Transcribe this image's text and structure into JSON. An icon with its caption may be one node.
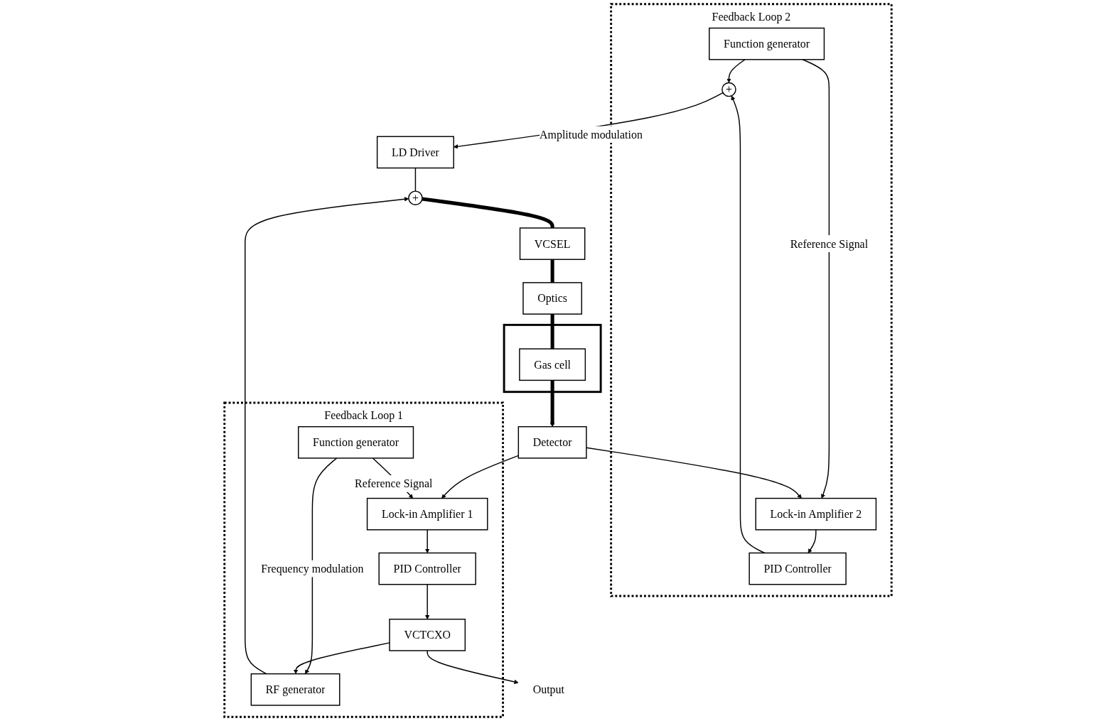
{
  "diagram": {
    "nodes": [
      {
        "text": [
          "Feedback Loop 2"
        ]
      },
      {
        "text": [
          "Function generator"
        ],
        "in": 0
      },
      {
        "text": [
          "+"
        ],
        "in": 0
      },
      {
        "text": [
          "PID Controller"
        ],
        "in": 0
      },
      {
        "text": [
          "Lock-in Amplifier 2"
        ],
        "in": 0
      },
      {
        "text": [
          "LD Driver"
        ]
      },
      {
        "text": [
          "+"
        ]
      },
      {
        "text": [
          "VCSEL"
        ]
      },
      {
        "text": [
          "Optics"
        ]
      },
      {
        "text": [],
        "shape": "box"
      },
      {
        "text": [
          "Gas cell"
        ],
        "in": 9
      },
      {
        "text": [
          "Detector"
        ]
      },
      {
        "text": [
          "Feedback Loop 1"
        ]
      },
      {
        "text": [
          "RF generator"
        ],
        "in": 12
      },
      {
        "text": [
          "Function generator"
        ],
        "in": 12
      },
      {
        "text": [
          "VCTCXO"
        ],
        "in": 12
      },
      {
        "text": [
          "PID Controller"
        ],
        "in": 12
      },
      {
        "text": [
          "Lock-in Amplifier 1"
        ],
        "in": 12
      },
      {
        "text": [
          "Output"
        ]
      }
    ],
    "edges": [
      {
        "from": 1,
        "to": 2,
        "arrow": "to"
      },
      {
        "from": 3,
        "to": 2,
        "arrow": "to"
      },
      {
        "from": 2,
        "to": 5,
        "arrow": "to",
        "label": "Amplitude modulation"
      },
      {
        "from": 1,
        "to": 4,
        "arrow": "to",
        "label": "Reference Signal"
      },
      {
        "from": 4,
        "to": 3,
        "arrow": "to"
      },
      {
        "from": 11,
        "to": 4,
        "arrow": "to"
      },
      {
        "from": 5,
        "to": 6,
        "arrow": "none"
      },
      {
        "from": 13,
        "to": 6,
        "arrow": "to"
      },
      {
        "from": 6,
        "to": 7,
        "arrow": "none",
        "style": "thick"
      },
      {
        "from": 7,
        "to": 8,
        "arrow": "none",
        "style": "thick"
      },
      {
        "from": 8,
        "to": 10,
        "arrow": "none",
        "style": "thick"
      },
      {
        "from": 10,
        "to": 11,
        "arrow": "to",
        "style": "thick"
      },
      {
        "from": 11,
        "to": 17,
        "arrow": "to"
      },
      {
        "from": 14,
        "to": 13,
        "arrow": "to",
        "label": "Frequency modulation"
      },
      {
        "from": 14,
        "to": 17,
        "arrow": "to",
        "label": "Reference Signal"
      },
      {
        "from": 17,
        "to": 16,
        "arrow": "to"
      },
      {
        "from": 16,
        "to": 15,
        "arrow": "to"
      },
      {
        "from": 15,
        "to": 13,
        "arrow": "to"
      },
      {
        "from": 15,
        "to": 18,
        "arrow": "to"
      }
    ]
  }
}
